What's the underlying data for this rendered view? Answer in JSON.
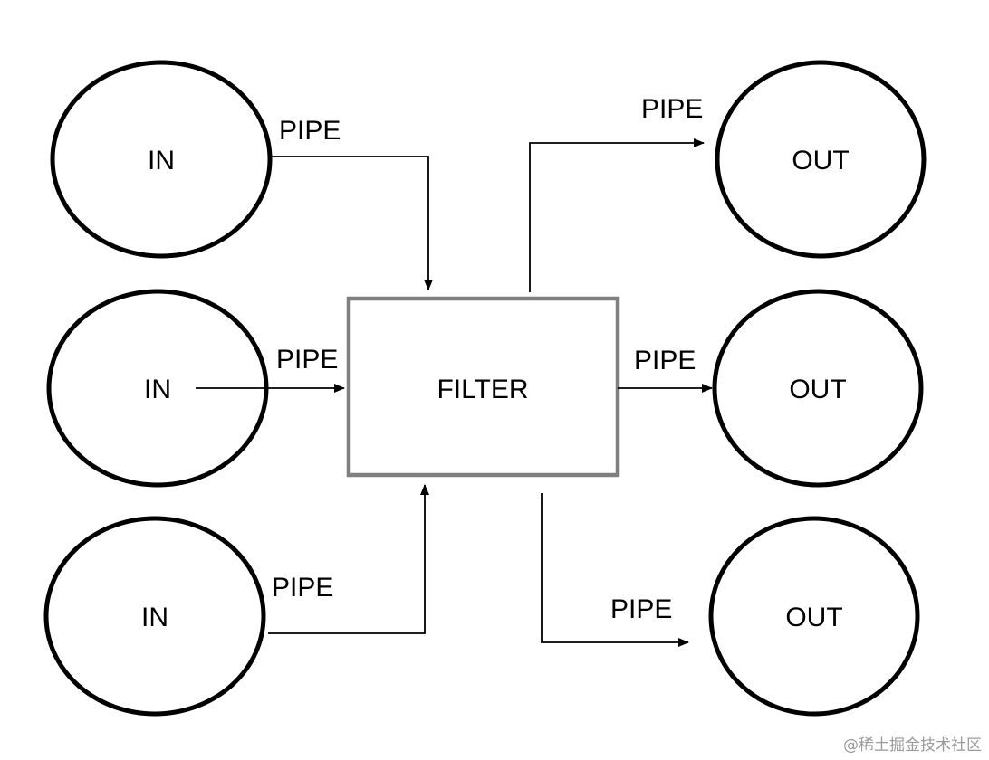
{
  "diagram": {
    "inputs": [
      {
        "label": "IN"
      },
      {
        "label": "IN"
      },
      {
        "label": "IN"
      }
    ],
    "outputs": [
      {
        "label": "OUT"
      },
      {
        "label": "OUT"
      },
      {
        "label": "OUT"
      }
    ],
    "filter": {
      "label": "FILTER"
    },
    "pipes": [
      {
        "label": "PIPE"
      },
      {
        "label": "PIPE"
      },
      {
        "label": "PIPE"
      },
      {
        "label": "PIPE"
      },
      {
        "label": "PIPE"
      },
      {
        "label": "PIPE"
      }
    ]
  },
  "watermark": "@稀土掘金技术社区",
  "colors": {
    "node_stroke": "#000000",
    "filter_stroke": "#7f7f7f",
    "arrow": "#000000",
    "watermark": "#9a9a9a"
  }
}
